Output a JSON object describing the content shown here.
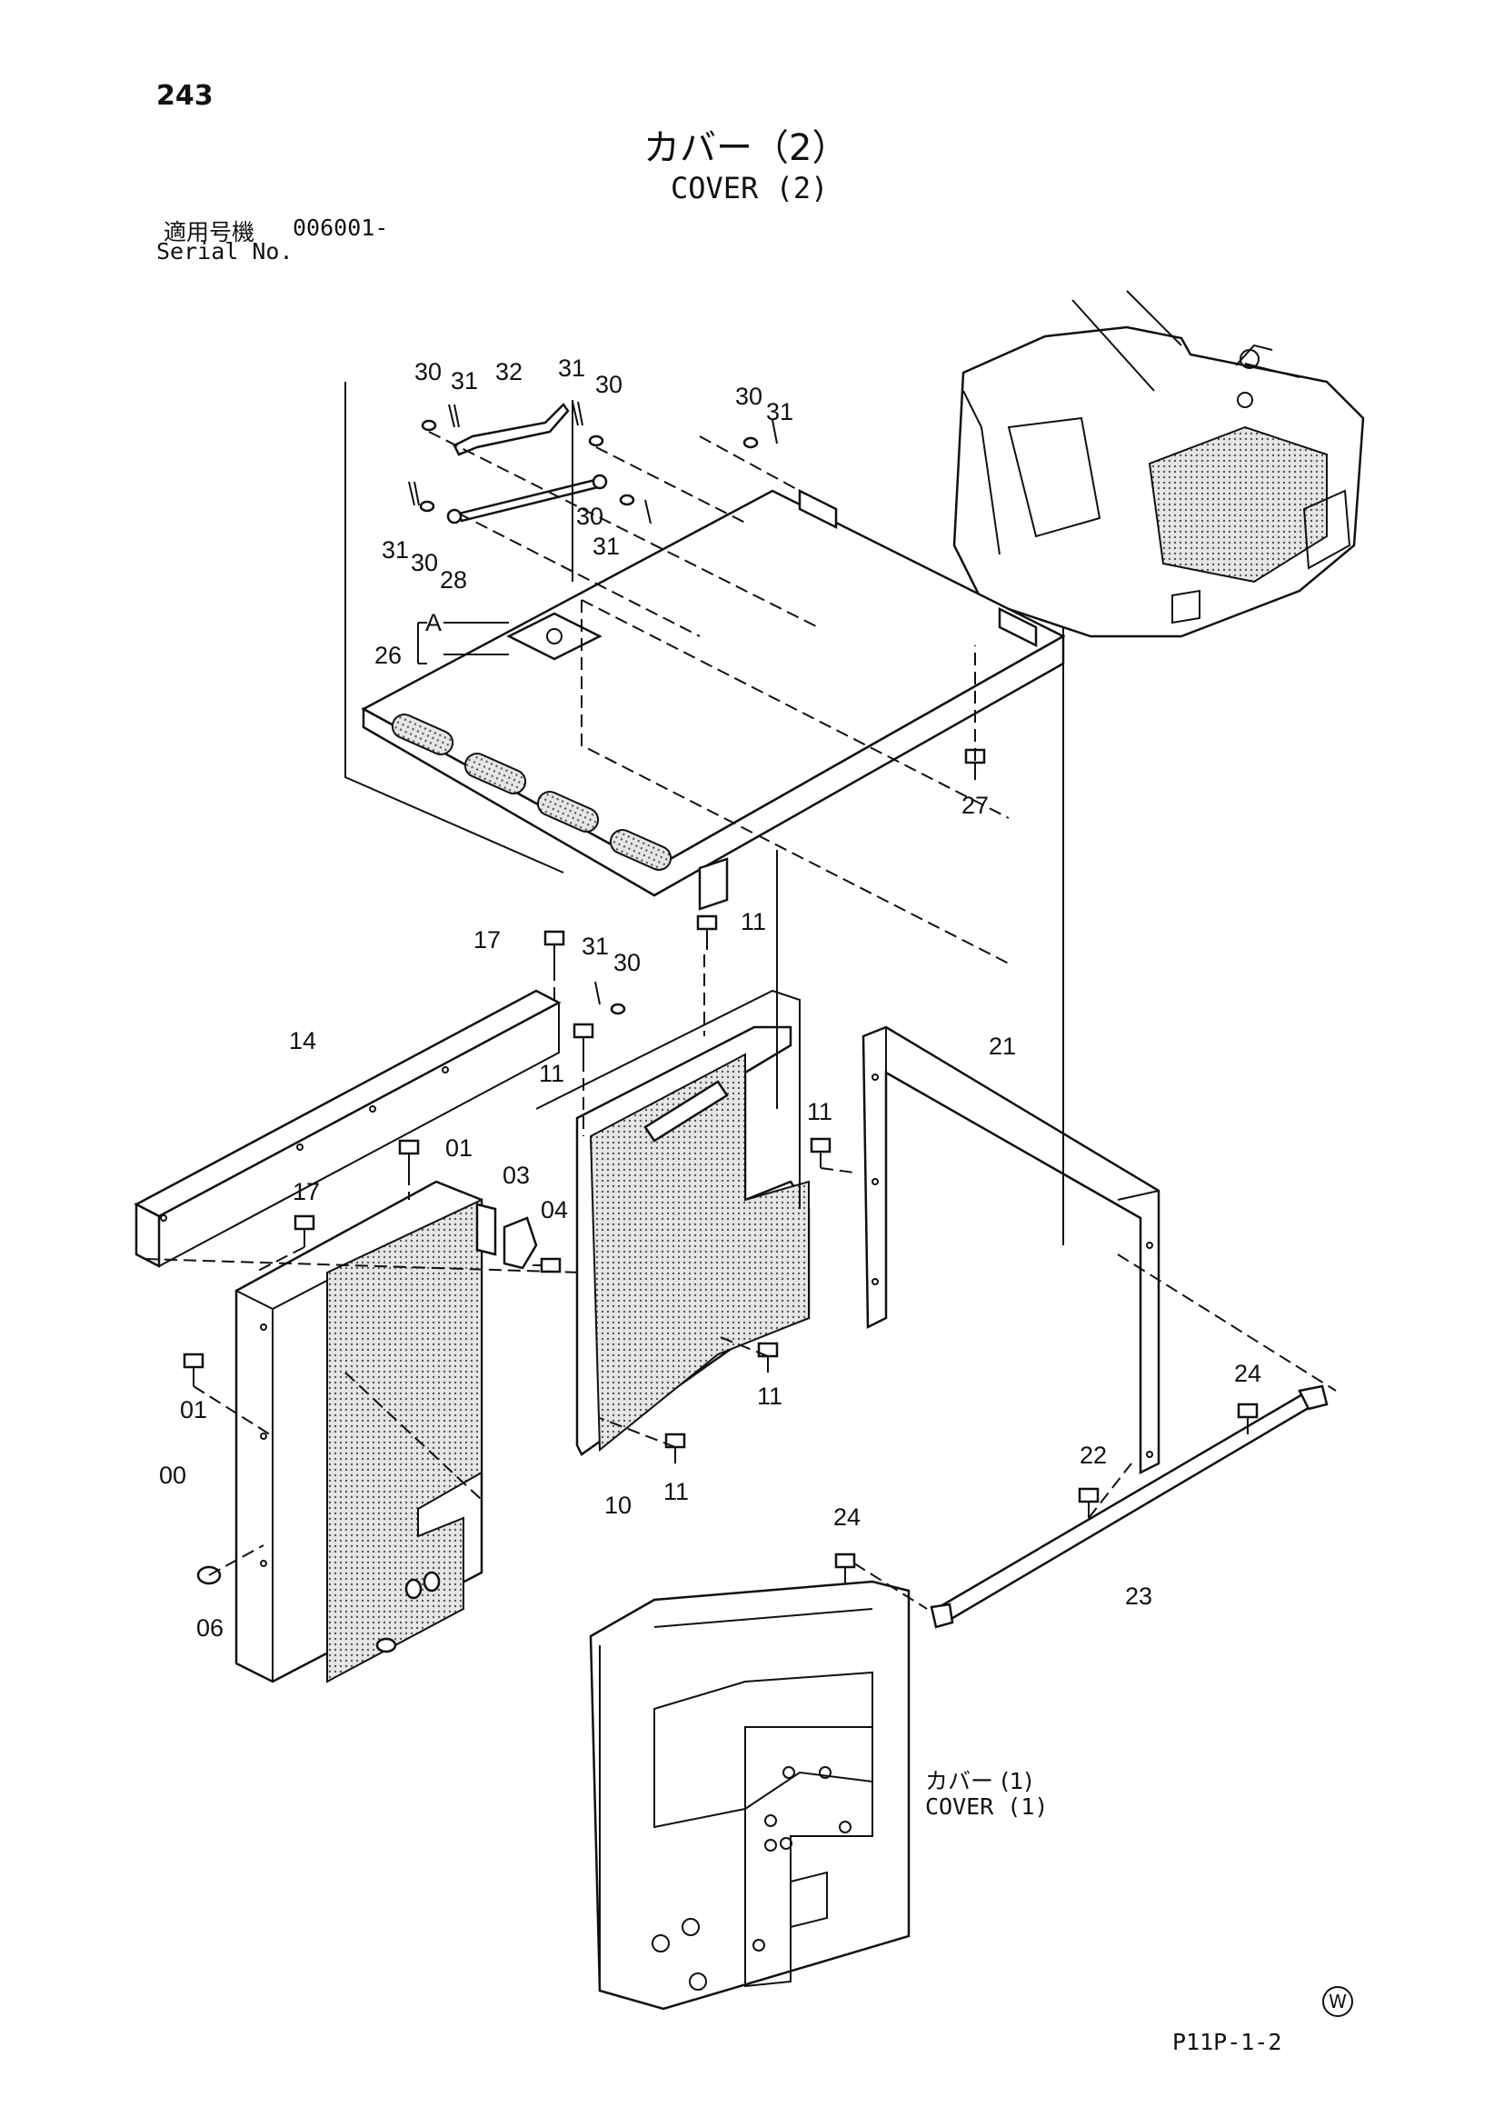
{
  "page_number": "243",
  "title_jp": "カバー（2）",
  "title_en": "COVER (2)",
  "serial_label_jp": "適用号機",
  "serial_value": "006001-",
  "serial_label_en": "Serial No.",
  "reference_jp": "カバー (1)",
  "reference_en": "COVER (1)",
  "watermark_symbol": "W",
  "drawing_code": "P11P-1-2",
  "view_marker": "A",
  "callouts": [
    "30",
    "31",
    "32",
    "31",
    "30",
    "30",
    "31",
    "31",
    "30",
    "28",
    "30",
    "31",
    "26",
    "27",
    "17",
    "11",
    "31",
    "30",
    "14",
    "11",
    "21",
    "01",
    "11",
    "03",
    "17",
    "04",
    "01",
    "00",
    "06",
    "11",
    "10",
    "11",
    "24",
    "22",
    "24",
    "23"
  ]
}
